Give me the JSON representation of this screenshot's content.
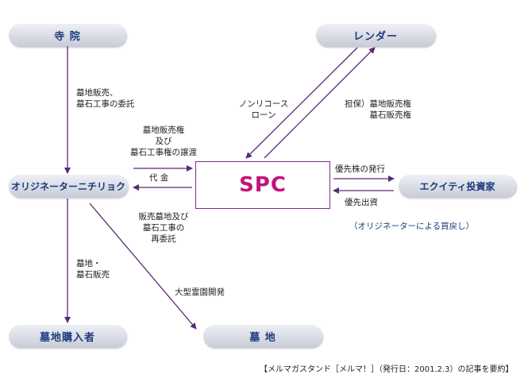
{
  "nodes": {
    "temple": "寺 院",
    "lender": "レンダー",
    "originator": "オリジネーターニチリョク",
    "spc": "SPC",
    "equity": "エクイティ投資家",
    "buyer": "墓地購入者",
    "graveyard": "墓 地"
  },
  "labels": {
    "temple_to_originator": [
      "墓地販売、",
      "墓石工事の委託"
    ],
    "transfer": [
      "墓地販売権",
      "及び",
      "墓石工事権の譲渡"
    ],
    "payment": "代 金",
    "reconsign": [
      "販売墓地及び",
      "墓石工事の",
      "再委託"
    ],
    "nonrecourse": [
      "ノンリコース",
      "ローン"
    ],
    "collateral": [
      "担保）墓地販売権",
      "墓石販売権"
    ],
    "preferred_issue": "優先株の発行",
    "preferred_investment": "優先出資",
    "buyback": "（オリジネーターによる買戻し）",
    "sale_to_buyer": [
      "墓地・",
      "墓石販売"
    ],
    "development": "大型霊園開発"
  },
  "footer": "【メルマガスタンド［メルマ！］（発行日：2001.2.3）の記事を要約】",
  "colors": {
    "arrow": "#5a2a74",
    "node_text": "#1d3b7d",
    "spc_text": "#c0157a",
    "spc_border": "#7a2d8a"
  }
}
